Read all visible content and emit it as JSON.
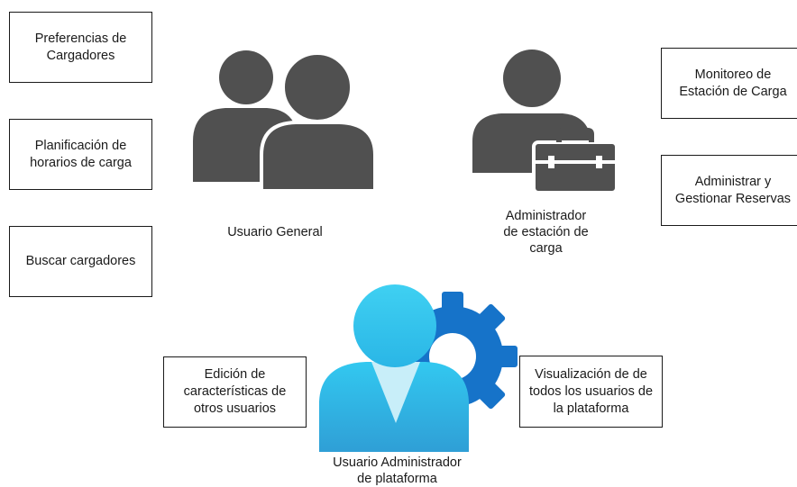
{
  "actors": {
    "general_user": "Usuario General",
    "station_admin": "Administrador\nde estación de\ncarga",
    "platform_admin": "Usuario Administrador\nde plataforma"
  },
  "general_user_features": [
    "Preferencias de\nCargadores",
    "Planificación de\nhorarios de carga",
    "Buscar cargadores"
  ],
  "station_admin_features": [
    "Monitoreo de\nEstación de Carga",
    "Administrar y\nGestionar Reservas"
  ],
  "platform_admin_features": [
    "Edición de\ncaracterísticas de\notros usuarios",
    "Visualización de de\ntodos los usuarios de\nla plataforma"
  ],
  "colors": {
    "person_dark": "#505050",
    "gear": "#1673c9",
    "person_light": "#2fc4ee",
    "person_light_bottom": "#35a6d8"
  }
}
